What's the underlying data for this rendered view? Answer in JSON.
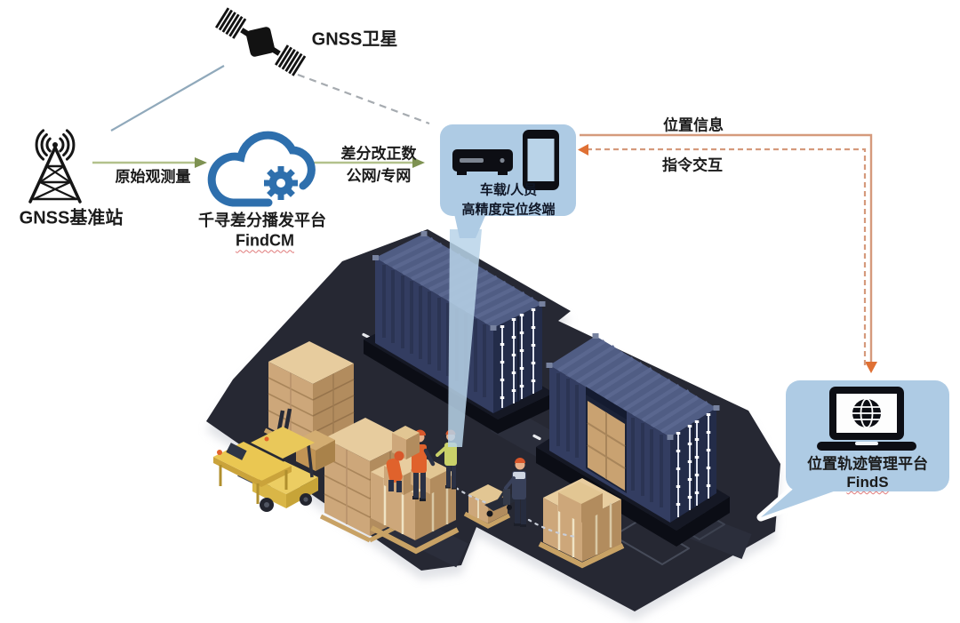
{
  "diagram": {
    "satellite": {
      "label": "GNSS卫星"
    },
    "base_station": {
      "label": "GNSS基准站"
    },
    "cloud_platform": {
      "name": "千寻差分播发平台",
      "product": "FindCM"
    },
    "terminal_node": {
      "line1": "车载/人员",
      "line2": "高精度定位终端"
    },
    "management_platform": {
      "name": "位置轨迹管理平台",
      "product": "FindS"
    },
    "links": {
      "raw_observation": {
        "label": "原始观测量"
      },
      "differential_correction": {
        "line1": "差分改正数",
        "line2": "公网/专网"
      },
      "position_info": {
        "label": "位置信息"
      },
      "command_exchange": {
        "label": "指令交互"
      }
    }
  },
  "palette": {
    "node_box_fill": "#aecbe4",
    "icon_black": "#121212",
    "cloud_blue": "#2e6fad",
    "green_arrow": "#b3c18c",
    "green_arrow_head": "#7e9252",
    "orange_line": "#d59a7c",
    "orange_arrow_head": "#df7034",
    "satellite_link_solid": "#90a9bb",
    "satellite_link_dashed": "#a6abb0",
    "ground_dark": "#262833",
    "container_top": "#505d84",
    "container_side": "#333d61",
    "container_door": "#232c49",
    "carton_tan": "#cda77a",
    "forklift_yellow": "#e9c85a",
    "worker_orange": "#e0622c",
    "beam_blue": "#b9d4e9"
  },
  "scene": {
    "items": [
      "shipping-container",
      "shipping-container",
      "carton-pallet-stack",
      "carton-pallet-stack",
      "forklift",
      "work-table",
      "pallet-boxes",
      "pallet-boxes",
      "pallet-boxes",
      "hand-pallet-truck",
      "warehouse-worker",
      "warehouse-worker",
      "warehouse-worker",
      "warehouse-worker"
    ]
  }
}
